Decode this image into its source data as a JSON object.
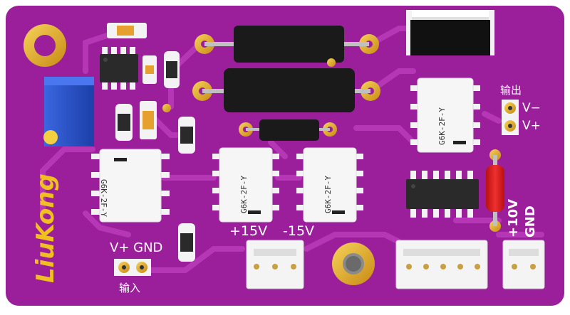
{
  "board": {
    "brand": "LiuKong",
    "colors": {
      "board": "#9b1f9b",
      "trace": "#b537b5",
      "pad_gold": "#e8b830",
      "silkscreen": "#ffffff",
      "brand_silk": "#f0c020",
      "relay_body": "#f4f4f4",
      "ic_body": "#2a2a2a",
      "pot": "#2a56c8",
      "diode_red": "#d82020"
    }
  },
  "labels": {
    "input_power": "V+ GND",
    "input_cn": "输入",
    "output_cn": "输出",
    "output_vminus": "V−",
    "output_vplus": "V+",
    "rail_plus15": "+15V",
    "rail_minus15": "-15V",
    "right_plus10": "+10V",
    "right_gnd": "GND"
  },
  "relays": [
    {
      "part": "G6K-2F-Y"
    },
    {
      "part": "G6K-2F-Y"
    },
    {
      "part": "G6K-2F-Y"
    },
    {
      "part": "G6K-2F-Y"
    }
  ],
  "components": {
    "potentiometer": "blue trimmer potentiometer",
    "opamp_soic8": "SOIC-8 IC",
    "soic14": "SOIC-14 IC",
    "regulator": "TO-220 regulator",
    "resistors": "axial resistors",
    "mount_hole": "mounting hole"
  }
}
